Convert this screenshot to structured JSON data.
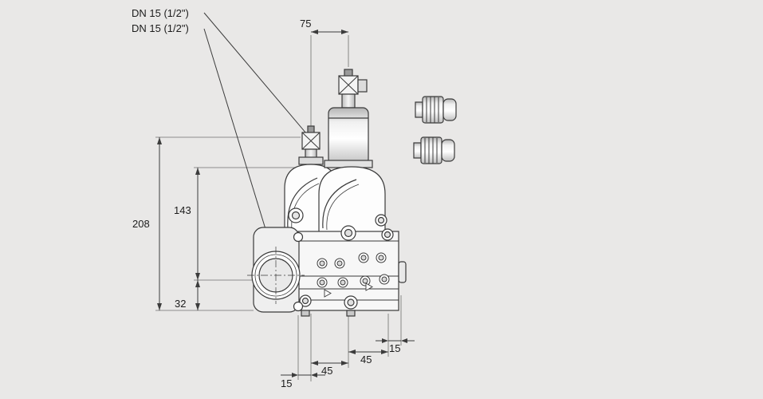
{
  "labels": {
    "dn1": "DN 15 (1/2\")",
    "dn2": "DN 15 (1/2\")"
  },
  "dims": {
    "d75": "75",
    "d208": "208",
    "d143": "143",
    "d32": "32",
    "d15a": "15",
    "d45a": "45",
    "d45b": "45",
    "d15b": "15"
  },
  "colors": {
    "background": "#e9e8e7",
    "line": "#3c3c3c",
    "drawing_fill": "#ffffff"
  }
}
